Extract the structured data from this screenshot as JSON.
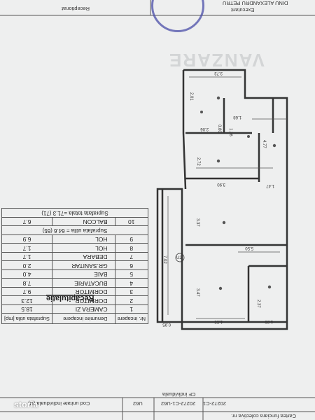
{
  "header": {
    "top_left": "Receptionat",
    "top_right": "DINU ALEXANDRU PETRU",
    "top_right_2": "Executant"
  },
  "footer": {
    "cod_label": "Cod unitate individuala (U)",
    "cod_value": "U62",
    "cf_label": "CF individuala",
    "cf_value": "20272-C1-U62",
    "carte_label": "Cartea funciara colectiva nr.",
    "carte_value": "20272-C1"
  },
  "recap": {
    "title": "Recapitulatie",
    "columns": [
      "Nr. incapere",
      "Denumire incapere",
      "Suprafata utila [mp]"
    ],
    "rows": [
      {
        "nr": "1",
        "name": "CAMERA ZI",
        "value": "18.5"
      },
      {
        "nr": "2",
        "name": "DORMITOR",
        "value": "12.3"
      },
      {
        "nr": "3",
        "name": "DORMITOR",
        "value": "9.7"
      },
      {
        "nr": "4",
        "name": "BUCATARIE",
        "value": "7.8"
      },
      {
        "nr": "5",
        "name": "BAIE",
        "value": "4.0"
      },
      {
        "nr": "6",
        "name": "GR.SANITAR",
        "value": "2.0"
      },
      {
        "nr": "7",
        "name": "DEBARA",
        "value": "1.7"
      },
      {
        "nr": "8",
        "name": "HOL",
        "value": "1.7"
      },
      {
        "nr": "9",
        "name": "HOL",
        "value": "6.9"
      }
    ],
    "utila_total": "Suprafata utila = 64.6 (65)",
    "balcon": {
      "nr": "10",
      "name": "BALCON",
      "value": "6.7"
    },
    "totala": "Suprafata totala =71.3 (71)"
  },
  "floorplan": {
    "unit_label": "U2",
    "dims": [
      "3.73",
      "2.01",
      "0.80",
      "1.26",
      "1.68",
      "2.06",
      "4.77",
      "2.72",
      "3.90",
      "1.47",
      "3.37",
      "5.50",
      "7.02",
      "3.47",
      "2.37",
      "0.95",
      "1.55",
      "1.80"
    ]
  },
  "watermark": "VANZARE",
  "logo": "storia"
}
